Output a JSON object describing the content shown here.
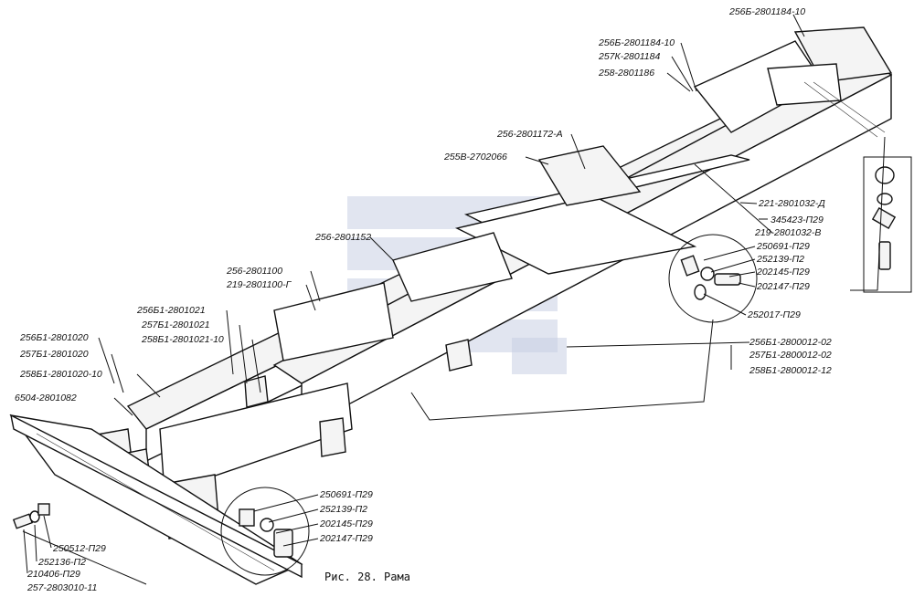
{
  "caption": "Рис. 28. Рама",
  "labels": {
    "l01": "256Б-2801184-10",
    "l02": "256Б-2801184-10",
    "l03": "257К-2801184",
    "l04": "258-2801186",
    "l05": "256-2801172-А",
    "l06": "255В-2702066",
    "l07": "221-2801032-Д",
    "l08": "345423-П29",
    "l09": "219-2801032-В",
    "l10": "250691-П29",
    "l11": "252139-П2",
    "l12": "202145-П29",
    "l13": "202147-П29",
    "l14": "252017-П29",
    "l15": "256-2801152",
    "l16": "256-2801100",
    "l17": "219-2801100-Г",
    "l18": "256Б1-2801021",
    "l19": "257Б1-2801021",
    "l20": "258Б1-2801021-10",
    "l21": "256Б1-2801020",
    "l22": "257Б1-2801020",
    "l23": "258Б1-2801020-10",
    "l24": "6504-2801082",
    "l25": "256Б1-2800012-02",
    "l26": "257Б1-2800012-02",
    "l27": "258Б1-2800012-12",
    "l28": "250691-П29",
    "l29": "252139-П2",
    "l30": "202145-П29",
    "l31": "202147-П29",
    "l32": "250512-П29",
    "l33": "252136-П2",
    "l34": "210406-П29",
    "l35": "257-2803010-11"
  }
}
